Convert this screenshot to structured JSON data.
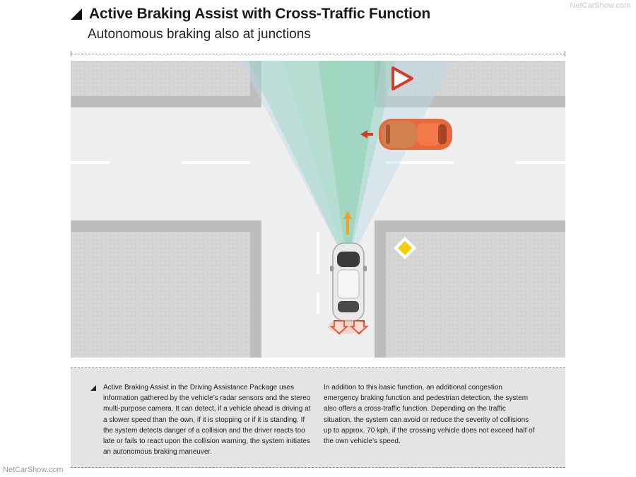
{
  "header": {
    "title": "Active Braking Assist with Cross-Traffic Function",
    "subtitle": "Autonomous braking also at junctions"
  },
  "watermark": {
    "top": "NetCarShow.com",
    "bottom": "NetCarShow.com"
  },
  "description": {
    "column1": "Active Braking Assist in the Driving Assistance Package uses information gathered by the vehicle’s radar sensors and the stereo multi-purpose camera. It can detect, if a vehicle ahead is driving at a slower speed than the own, if it is stopping or if it is standing. If the system detects danger of a collision and the driver reacts too late or fails to react upon the collision warning, the system initiates an autonomous braking maneuver.",
    "column2": "In addition to this basic function, an additional congestion emergency braking function and pedestrian detection, the system also offers a cross-traffic function. Depending on the traffic situation, the system can avoid or reduce the severity of collisions up to approx. 70 kph, if the crossing vehicle does not exceed half of the own vehicle’s speed."
  },
  "colors": {
    "road": "#efefef",
    "block": "#d5d5d5",
    "curb": "#a9a9a9",
    "radar_green": "#8fd3b4",
    "camera_blue": "#bcd9ea",
    "crossing_car": "#e8693a",
    "own_car": "#e9e9e9",
    "arrow_orange": "#f0a12a",
    "arrow_red": "#d93a26",
    "yield_sign": "#d63a2a",
    "priority_sign": "#f4d000"
  }
}
